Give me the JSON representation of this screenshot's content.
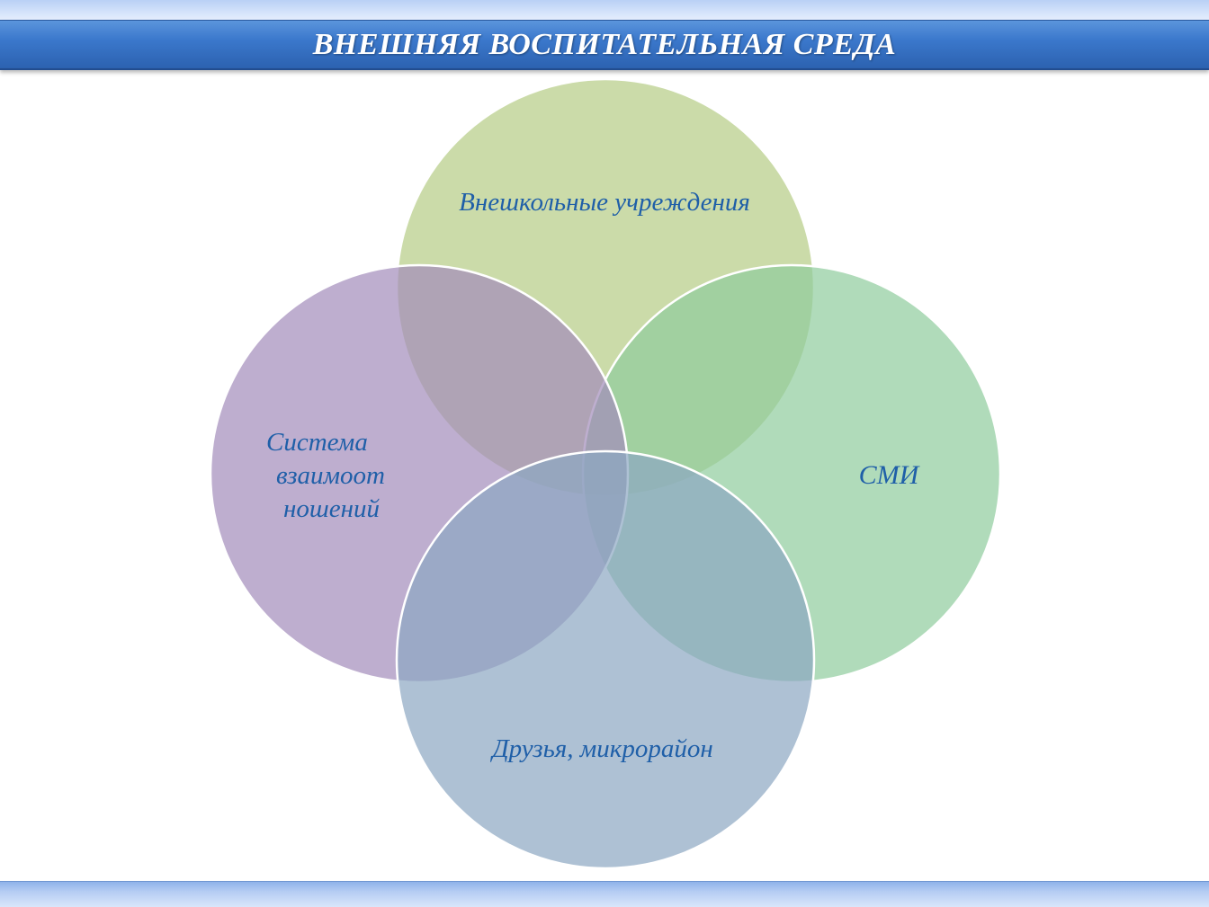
{
  "header": {
    "title": "ВНЕШНЯЯ ВОСПИТАТЕЛЬНАЯ СРЕДА"
  },
  "diagram": {
    "circles": [
      {
        "key": "top",
        "lines": [
          "Внешкольные учреждения"
        ],
        "fill": "#b5cc84"
      },
      {
        "key": "right",
        "lines": [
          "СМИ"
        ],
        "fill": "#8fcc9c"
      },
      {
        "key": "left",
        "lines": [
          "Система",
          "взаимоот",
          "ношений"
        ],
        "fill": "#a38bbb"
      },
      {
        "key": "bottom",
        "lines": [
          "Друзья, микрорайон"
        ],
        "fill": "#8ba6c2"
      }
    ],
    "label_color": "#1f5fa8"
  }
}
